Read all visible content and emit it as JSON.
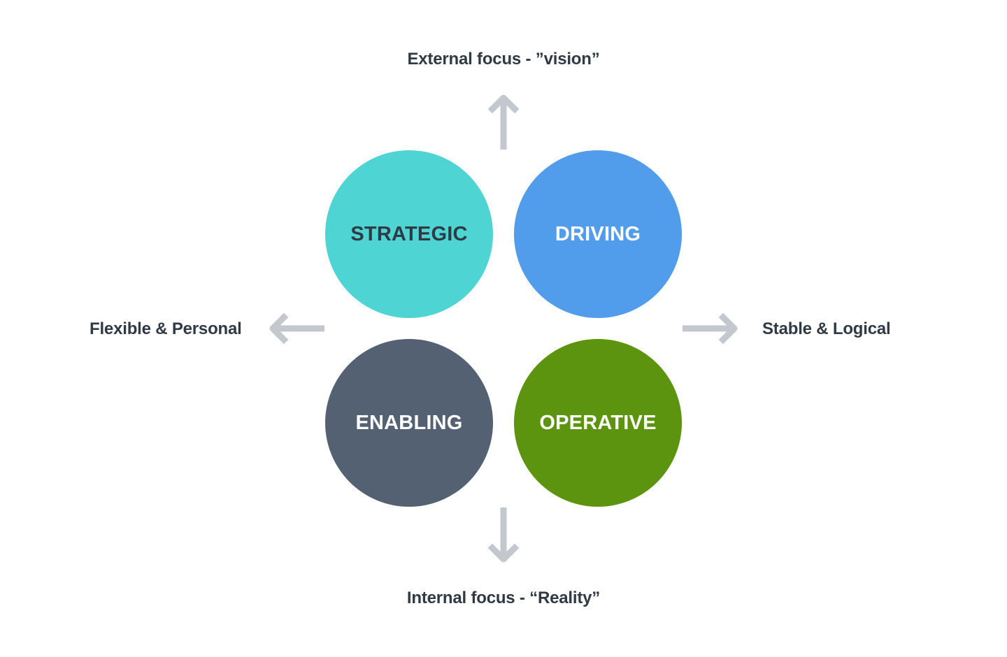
{
  "axes": {
    "top": "External focus - ”vision”",
    "bottom": "Internal focus - “Reality”",
    "left": "Flexible & Personal",
    "right": "Stable & Logical"
  },
  "quadrants": [
    {
      "key": "strategic",
      "label": "STRATEGIC",
      "fill": "#4fd4d4",
      "text_color": "#2f3a44"
    },
    {
      "key": "driving",
      "label": "DRIVING",
      "fill": "#529cec",
      "text_color": "#ffffff"
    },
    {
      "key": "enabling",
      "label": "ENABLING",
      "fill": "#536172",
      "text_color": "#ffffff"
    },
    {
      "key": "operative",
      "label": "OPERATIVE",
      "fill": "#5d940f",
      "text_color": "#ffffff"
    }
  ],
  "colors": {
    "arrow": "#c3c8cf",
    "text": "#2f3a44",
    "background": "#ffffff"
  }
}
